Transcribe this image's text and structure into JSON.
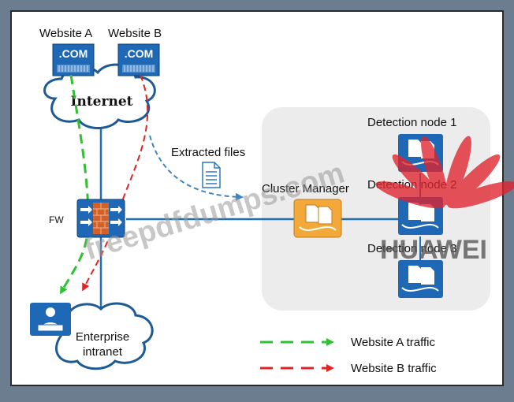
{
  "labels": {
    "website_a": "Website A",
    "website_b": "Website B",
    "com_a": ".COM",
    "com_b": ".COM",
    "internet": "Internet",
    "extracted_files": "Extracted files",
    "fw": "FW",
    "cluster_manager": "Cluster Manager",
    "detection_node_1": "Detection node 1",
    "detection_node_2": "Detection node 2",
    "detection_node_3": "Detection node 3",
    "enterprise_line1": "Enterprise",
    "enterprise_line2": "intranet"
  },
  "legend": {
    "website_a_traffic": "Website A traffic",
    "website_b_traffic": "Website B traffic"
  },
  "watermarks": {
    "site": "freepdfdumps.com",
    "brand": "HUAWEI"
  },
  "colors": {
    "outer_bg": "#6b7d8e",
    "diagram_bg": "#ffffff",
    "link_blue": "#1e6fb4",
    "traffic_a": "#2fc12f",
    "traffic_b": "#e02424",
    "file_flow": "#5aa0d0",
    "node_blue": "#1e68b5",
    "manager_orange": "#f3a93a",
    "cluster_region": "#ececec",
    "brand_red": "#e0242e"
  }
}
